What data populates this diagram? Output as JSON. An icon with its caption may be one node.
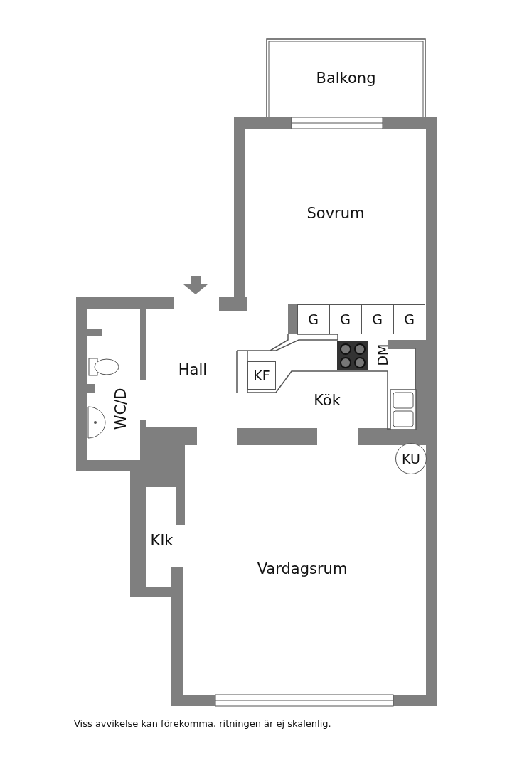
{
  "diagram": {
    "caption": "Viss avvikelse kan förekomma, ritningen är ej skalenlig.",
    "nodes": [
      {
        "text": [
          "Balkong"
        ]
      },
      {
        "text": [
          "Sovrum"
        ]
      },
      {
        "text": [
          "Hall"
        ]
      },
      {
        "text": [
          "WC/D"
        ]
      },
      {
        "text": [
          "Kök"
        ]
      },
      {
        "text": [
          "Klk"
        ]
      },
      {
        "text": [
          "Vardagsrum"
        ]
      },
      {
        "text": [
          "G"
        ]
      },
      {
        "text": [
          "G"
        ]
      },
      {
        "text": [
          "G"
        ]
      },
      {
        "text": [
          "G"
        ]
      },
      {
        "text": [
          "KF"
        ]
      },
      {
        "text": [
          "KU"
        ]
      }
    ],
    "edges": [],
    "labels": [
      "DM"
    ]
  }
}
